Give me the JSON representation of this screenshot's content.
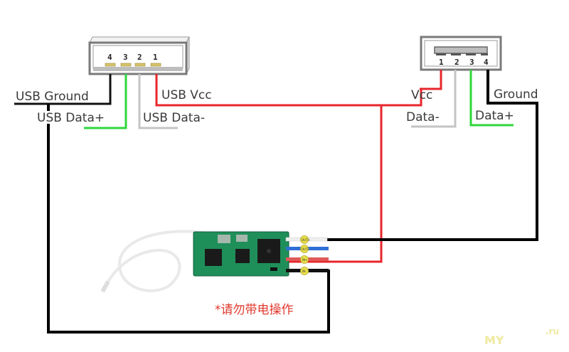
{
  "left_connector": {
    "pins": [
      "4",
      "3",
      "2",
      "1"
    ],
    "labels": {
      "ground": "USB Ground",
      "data_plus": "USB Data+",
      "data_minus": "USB Data-",
      "vcc": "USB Vcc"
    }
  },
  "right_connector": {
    "pins": [
      "1",
      "2",
      "3",
      "4"
    ],
    "labels": {
      "vcc": "Vcc",
      "data_minus": "Data-",
      "data_plus": "Data+",
      "ground": "Ground"
    }
  },
  "module": {
    "terminal_tags": [
      "OUT+",
      "OUT-",
      "IN+",
      "IN-"
    ]
  },
  "warning": "*请勿带电操作",
  "watermark": {
    "left": "MY",
    "right": ".ru"
  },
  "colors": {
    "vcc": "#e8262b",
    "ground": "#000000",
    "data_plus": "#2fd63b",
    "data_minus": "#bdbdbd",
    "out_minus": "#2f6fd6",
    "pcb": "#1f8f5a"
  }
}
